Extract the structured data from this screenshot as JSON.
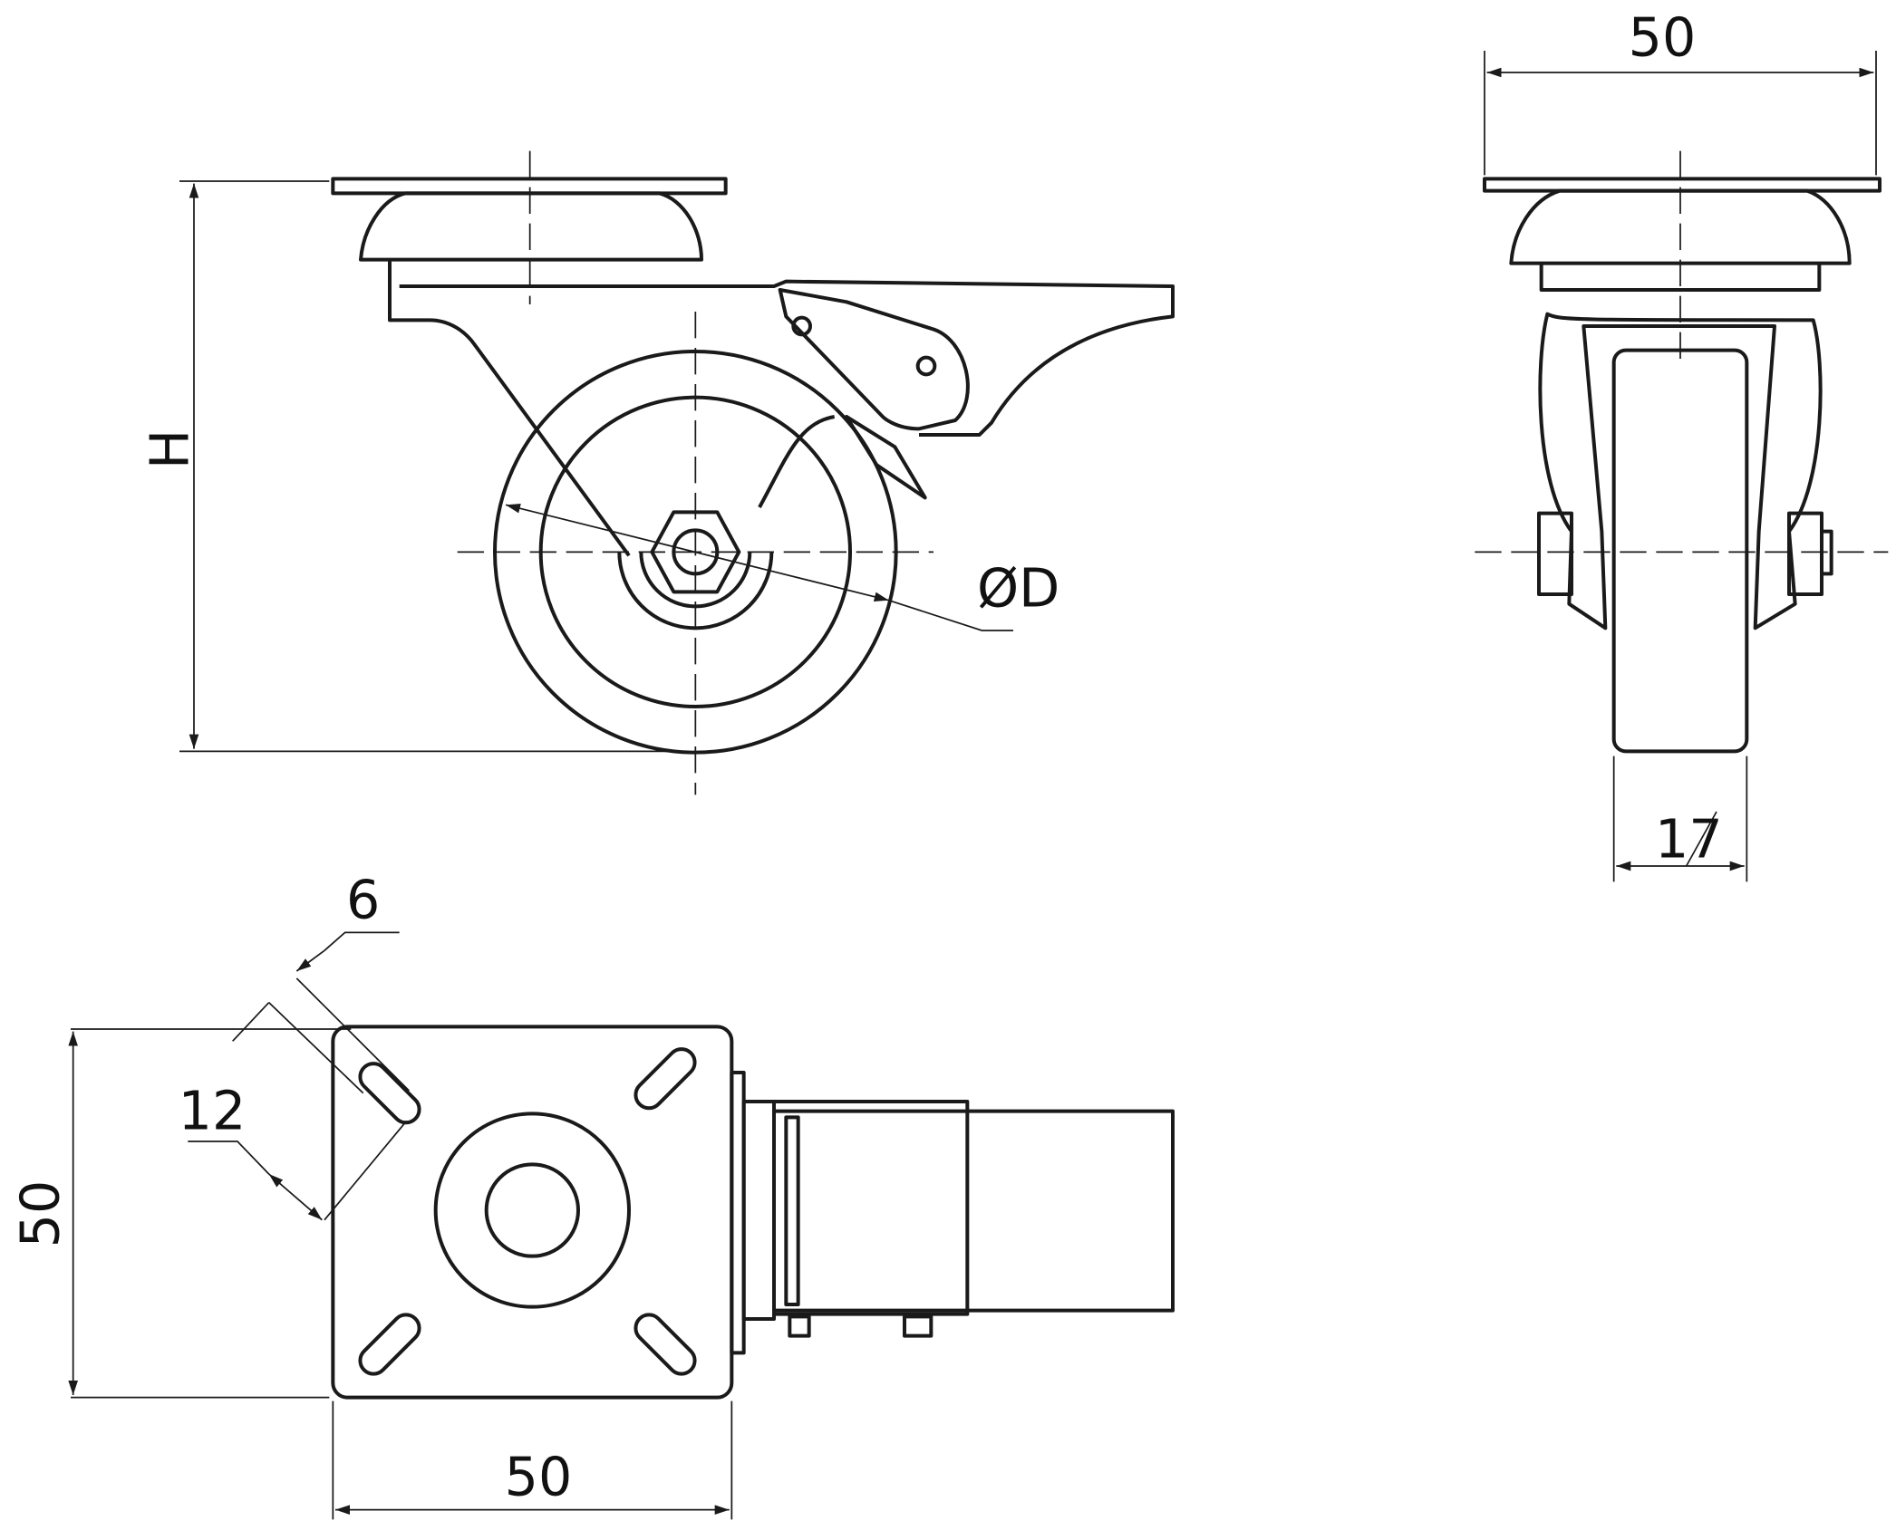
{
  "drawing": {
    "side_view": {
      "height_label": "H",
      "diameter_label": "ØD"
    },
    "front_view": {
      "top_width_label": "50",
      "wheel_width_label": "17"
    },
    "top_view": {
      "plate_height_label": "50",
      "plate_width_label": "50",
      "slot_width_label": "6",
      "slot_length_label": "12"
    }
  }
}
